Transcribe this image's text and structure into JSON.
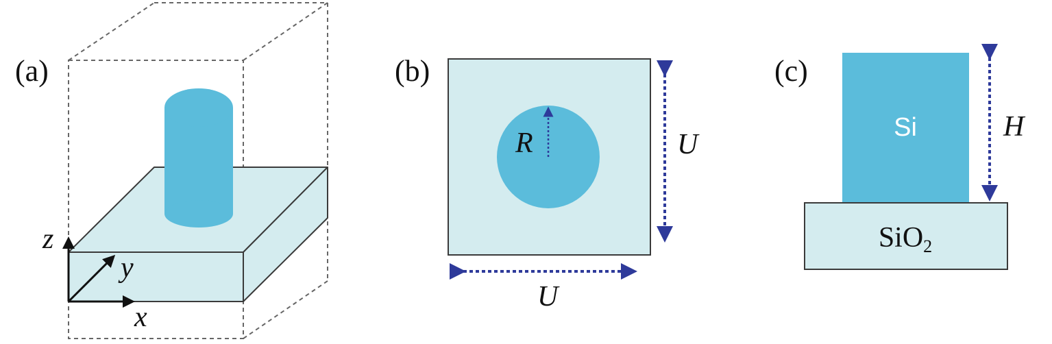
{
  "panels": {
    "a": {
      "label": "(a)",
      "axes": {
        "x": "x",
        "y": "y",
        "z": "z"
      }
    },
    "b": {
      "label": "(b)",
      "radius": "R",
      "width": "U",
      "height": "U"
    },
    "c": {
      "label": "(c)",
      "pillar": "Si",
      "substrate_main": "SiO",
      "substrate_sub": "2",
      "height": "H"
    }
  },
  "colors": {
    "pillar": "#5bbcdb",
    "substrate": "#d4ecef",
    "arrow": "#2e3a9a",
    "outline": "#3a3a3a",
    "text_on_pillar": "#ffffff"
  }
}
